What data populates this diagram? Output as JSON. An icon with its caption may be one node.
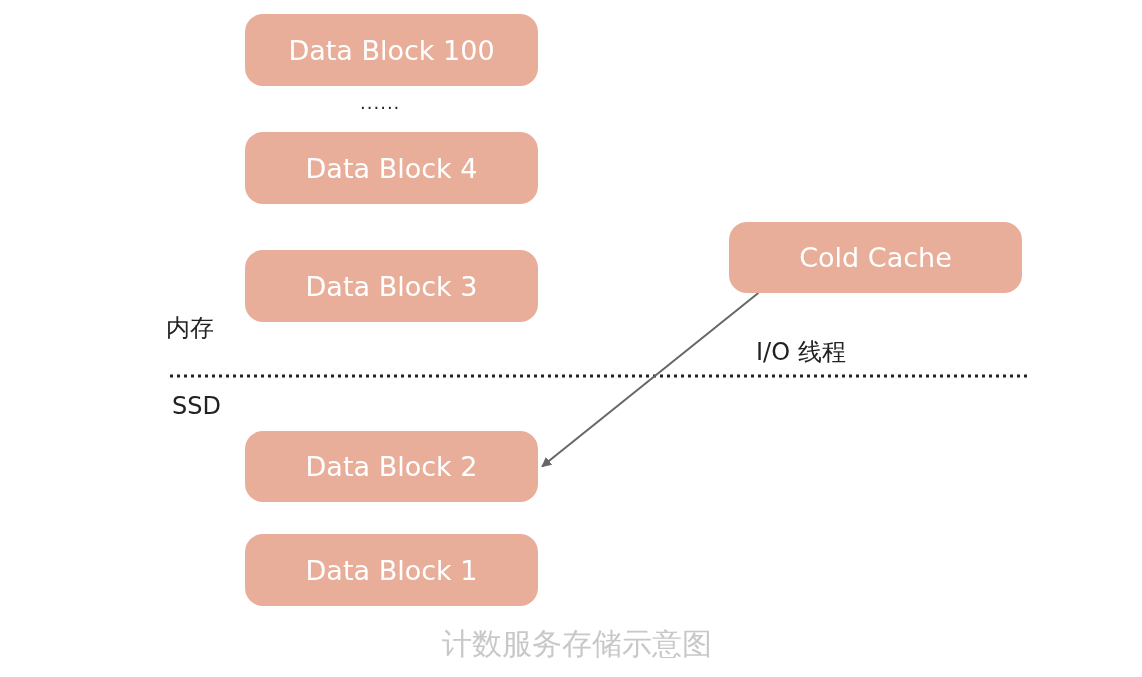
{
  "diagram": {
    "caption": "计数服务存储示意图",
    "nodes": [
      {
        "text": [
          "Data Block 100"
        ]
      },
      {
        "text": [
          "Data Block 4"
        ]
      },
      {
        "text": [
          "Cold Cache"
        ]
      },
      {
        "text": [
          "Data Block 3"
        ]
      },
      {
        "text": [
          "Data Block 2"
        ]
      },
      {
        "text": [
          "Data Block 1"
        ]
      }
    ],
    "edges": [
      {
        "from": 2,
        "to": 4,
        "arrow": "to",
        "label": "I/O 线程"
      }
    ],
    "labels": [
      "......",
      "内存",
      "SSD"
    ]
  }
}
